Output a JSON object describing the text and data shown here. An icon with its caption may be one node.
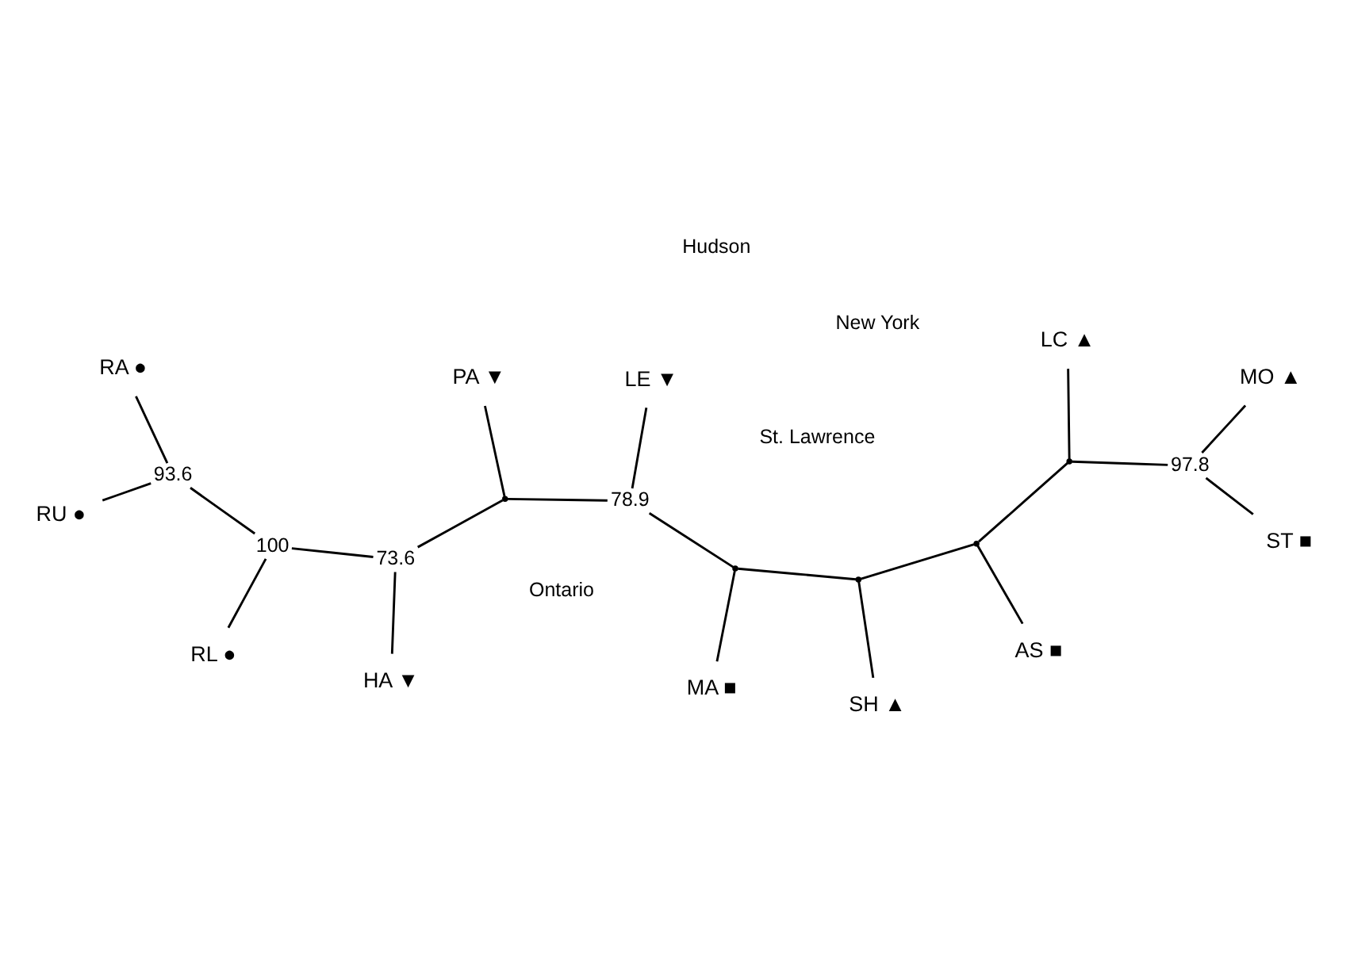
{
  "diagram": {
    "nodes": [
      {
        "text": [
          "ST ■"
        ]
      },
      {
        "text": [
          "LC ▲"
        ]
      },
      {
        "text": [
          "MO ▲"
        ]
      },
      {
        "text": [
          "LE ▼"
        ]
      },
      {
        "text": [
          "PA ▼"
        ]
      },
      {
        "text": [
          "RA ●"
        ]
      },
      {
        "text": [
          "AS ■"
        ]
      },
      {
        "text": [
          "SH ▲"
        ]
      },
      {
        "text": [
          "RU ●"
        ]
      },
      {
        "text": [
          "HA ▼"
        ]
      },
      {
        "text": [
          "RL ●"
        ]
      },
      {
        "text": [
          "MA ■"
        ]
      },
      {
        "text": [],
        "shape": "point",
        "beside": [
          "97.8"
        ]
      },
      {
        "text": [],
        "shape": "point"
      },
      {
        "text": [],
        "shape": "point"
      },
      {
        "text": [],
        "shape": "point"
      },
      {
        "text": [],
        "shape": "point"
      },
      {
        "text": [],
        "shape": "point",
        "beside": [
          "78.9"
        ]
      },
      {
        "text": [],
        "shape": "point"
      },
      {
        "text": [],
        "shape": "point",
        "beside": [
          "73.6"
        ]
      },
      {
        "text": [],
        "shape": "point",
        "beside": [
          "100"
        ]
      },
      {
        "text": [],
        "shape": "point",
        "beside": [
          "93.6"
        ]
      }
    ],
    "edges": [
      {
        "from": 12,
        "to": 0,
        "arrow": "none"
      },
      {
        "from": 12,
        "to": 2,
        "arrow": "none"
      },
      {
        "from": 13,
        "to": 12,
        "arrow": "none"
      },
      {
        "from": 13,
        "to": 1,
        "arrow": "none"
      },
      {
        "from": 14,
        "to": 13,
        "arrow": "none"
      },
      {
        "from": 14,
        "to": 6,
        "arrow": "none"
      },
      {
        "from": 15,
        "to": 14,
        "arrow": "none"
      },
      {
        "from": 15,
        "to": 7,
        "arrow": "none"
      },
      {
        "from": 16,
        "to": 15,
        "arrow": "none"
      },
      {
        "from": 16,
        "to": 11,
        "arrow": "none"
      },
      {
        "from": 17,
        "to": 16,
        "arrow": "none"
      },
      {
        "from": 17,
        "to": 3,
        "arrow": "none"
      },
      {
        "from": 18,
        "to": 17,
        "arrow": "none"
      },
      {
        "from": 18,
        "to": 4,
        "arrow": "none"
      },
      {
        "from": 19,
        "to": 18,
        "arrow": "none"
      },
      {
        "from": 19,
        "to": 9,
        "arrow": "none"
      },
      {
        "from": 20,
        "to": 19,
        "arrow": "none"
      },
      {
        "from": 20,
        "to": 10,
        "arrow": "none"
      },
      {
        "from": 21,
        "to": 20,
        "arrow": "none"
      },
      {
        "from": 21,
        "to": 5,
        "arrow": "none"
      },
      {
        "from": 21,
        "to": 8,
        "arrow": "none"
      }
    ],
    "labels": [
      "New York",
      "Ontario",
      "Hudson",
      "St. Lawrence"
    ]
  }
}
